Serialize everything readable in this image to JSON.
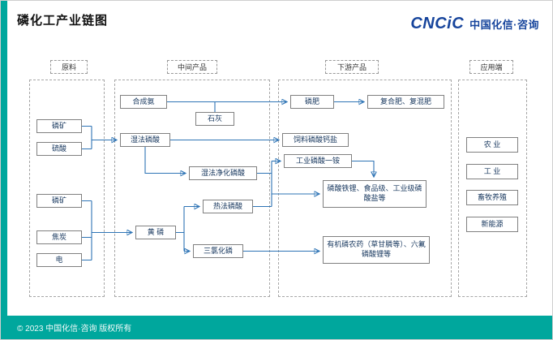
{
  "meta": {
    "title": "磷化工产业链图",
    "footer": "© 2023 中国化信·咨询 版权所有",
    "logo_mark": "CNCiC",
    "logo_name": "中国化信·咨询"
  },
  "colors": {
    "accent_teal": "#00A79D",
    "logo_blue": "#16449C",
    "arrow_blue": "#2E74B5",
    "node_text_navy": "#17375E"
  },
  "headers": {
    "raw": "原料",
    "intermediate": "中间产品",
    "downstream": "下游产品",
    "application": "应用端"
  },
  "nodes": {
    "phos_ore_1": "磷矿",
    "sulfuric_acid": "硫酸",
    "phos_ore_2": "磷矿",
    "coke": "焦炭",
    "electricity": "电",
    "synthetic_ammonia": "合成氨",
    "lime": "石灰",
    "wet_process_acid": "湿法磷酸",
    "purified_wet_acid": "湿法净化磷酸",
    "thermal_acid": "热法磷酸",
    "yellow_phosphorus": "黄 磷",
    "pcl3": "三氯化磷",
    "phosphate_fertilizer": "磷肥",
    "compound_fertilizer": "复合肥、复混肥",
    "feed_calcium_phosphate": "饲料磷酸钙盐",
    "industrial_map": "工业磷酸一铵",
    "lithium_salts": "磷酸铁锂、食品级、工业级磷酸盐等",
    "organophosphorus": "有机磷农药（草甘膦等）、六氟磷酸锂等",
    "agriculture": "农 业",
    "industry": "工 业",
    "husbandry": "畜牧养殖",
    "new_energy": "新能源"
  },
  "edges": [
    {
      "from": "phos_ore_1 + sulfuric_acid",
      "to": "wet_process_acid"
    },
    {
      "from": "synthetic_ammonia + lime",
      "to": "phosphate_fertilizer"
    },
    {
      "from": "phosphate_fertilizer",
      "to": "compound_fertilizer"
    },
    {
      "from": "wet_process_acid",
      "to": "feed_calcium_phosphate"
    },
    {
      "from": "wet_process_acid",
      "to": "purified_wet_acid"
    },
    {
      "from": "purified_wet_acid",
      "to": "industrial_map"
    },
    {
      "from": "purified_wet_acid + thermal_acid",
      "to": "lithium_salts"
    },
    {
      "from": "industrial_map",
      "to": "lithium_salts"
    },
    {
      "from": "phos_ore_2 + coke + electricity",
      "to": "yellow_phosphorus"
    },
    {
      "from": "yellow_phosphorus",
      "to": "thermal_acid"
    },
    {
      "from": "yellow_phosphorus",
      "to": "pcl3"
    },
    {
      "from": "pcl3",
      "to": "organophosphorus"
    }
  ]
}
